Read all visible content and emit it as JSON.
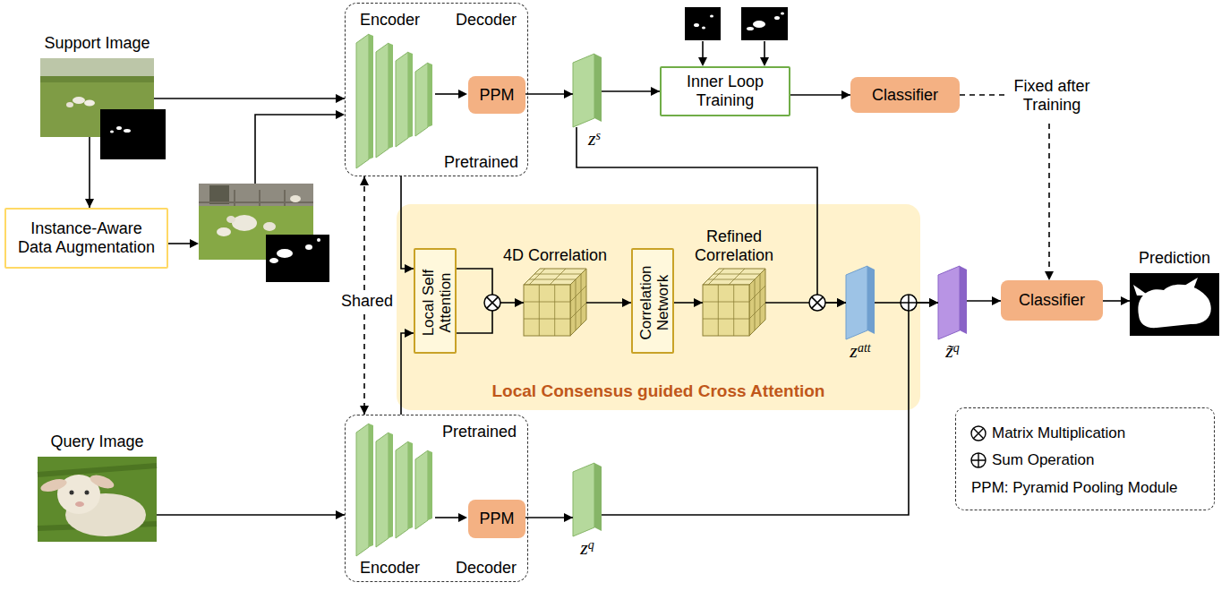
{
  "diagram": {
    "nodes": [
      {
        "text": [
          "Support Image"
        ]
      },
      {
        "text": [
          "Encoder",
          "Decoder",
          "Pretrained"
        ]
      },
      {
        "text": [
          "PPM"
        ],
        "in": 1
      },
      {
        "text": [
          "z",
          "s"
        ]
      },
      {
        "text": [
          "Inner Loop Training"
        ]
      },
      {
        "text": [
          "Classifier"
        ]
      },
      {
        "text": [
          "Instance-Aware Data Augmentation"
        ]
      },
      {
        "text": [
          "Local Consensus guided Cross Attention"
        ]
      },
      {
        "text": [
          "Local Self Attention"
        ],
        "in": 7
      },
      {
        "text": [
          "4D Correlation"
        ],
        "in": 7
      },
      {
        "text": [
          "Correlation Network"
        ],
        "in": 7
      },
      {
        "text": [
          "Refined Correlation"
        ],
        "in": 7
      },
      {
        "text": [
          "z",
          "att"
        ],
        "in": 7
      },
      {
        "text": [
          "z̃",
          "q"
        ]
      },
      {
        "text": [
          "Classifier"
        ]
      },
      {
        "text": [
          "Prediction"
        ]
      },
      {
        "text": [
          "Query Image"
        ]
      },
      {
        "text": [
          "Pretrained",
          "Encoder",
          "Decoder"
        ]
      },
      {
        "text": [
          "PPM"
        ],
        "in": 17
      },
      {
        "text": [
          "z",
          "q"
        ]
      }
    ],
    "edges": [
      {
        "from": 0,
        "to": 1,
        "arrow": "to"
      },
      {
        "from": 0,
        "to": 6,
        "arrow": "to"
      },
      {
        "from": 2,
        "to": 3,
        "arrow": "to"
      },
      {
        "from": 3,
        "to": 4,
        "arrow": "to"
      },
      {
        "from": 4,
        "to": 5,
        "arrow": "to"
      },
      {
        "from": 5,
        "to": 14,
        "label": "Fixed after Training",
        "arrow": "to"
      },
      {
        "from": 1,
        "to": 17,
        "label": "Shared",
        "arrow": "both"
      },
      {
        "from": 1,
        "to": 8,
        "arrow": "to"
      },
      {
        "from": 17,
        "to": 8,
        "arrow": "to"
      },
      {
        "from": 8,
        "to": 9,
        "arrow": "to"
      },
      {
        "from": 9,
        "to": 10,
        "arrow": "to"
      },
      {
        "from": 10,
        "to": 11,
        "arrow": "to"
      },
      {
        "from": 11,
        "to": 12,
        "arrow": "to"
      },
      {
        "from": 3,
        "to": 12,
        "arrow": "to"
      },
      {
        "from": 12,
        "to": 13,
        "arrow": "to"
      },
      {
        "from": 19,
        "to": 13,
        "arrow": "to"
      },
      {
        "from": 13,
        "to": 14,
        "arrow": "to"
      },
      {
        "from": 14,
        "to": 15,
        "arrow": "to"
      },
      {
        "from": 16,
        "to": 17,
        "arrow": "to"
      },
      {
        "from": 18,
        "to": 19,
        "arrow": "to"
      }
    ],
    "legend": [
      {
        "text": "Matrix Multiplication"
      },
      {
        "text": "Sum Operation"
      },
      {
        "text": "PPM: Pyramid Pooling Module"
      }
    ]
  }
}
